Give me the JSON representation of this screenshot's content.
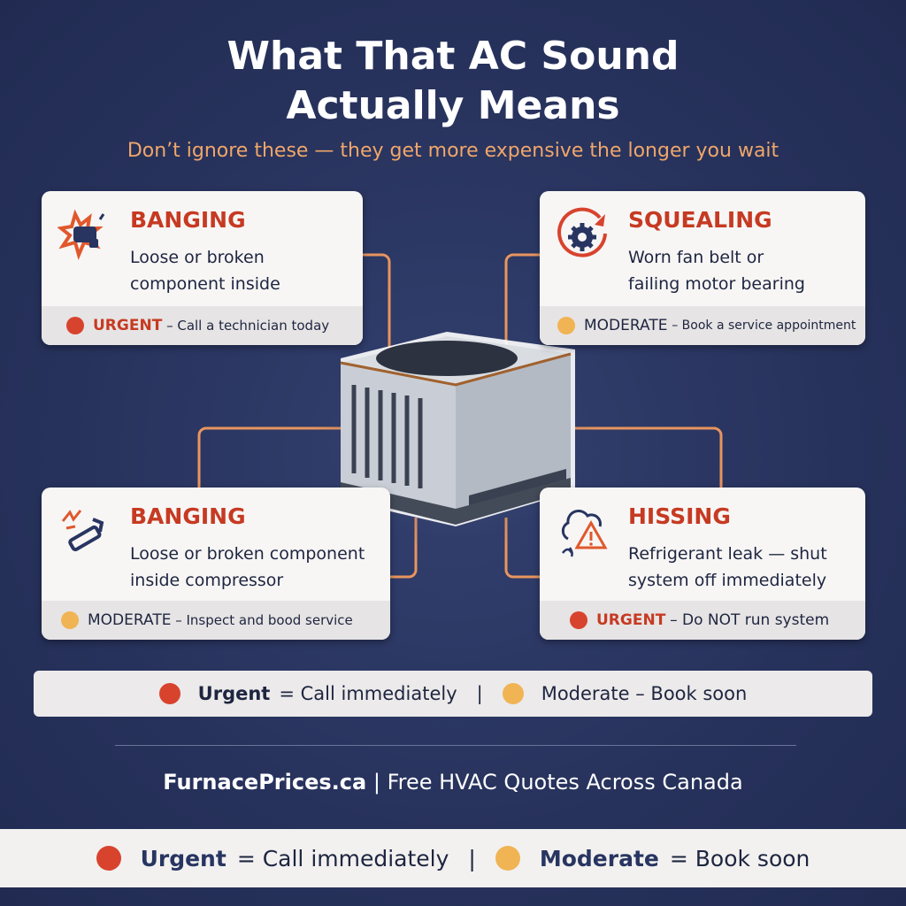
{
  "title_line1": "What That AC Sound",
  "title_line2": "Actually Means",
  "subtitle": "Don’t ignore these — they get more expensive the longer you wait",
  "cards": [
    {
      "icon": "impact-burst-icon",
      "heading": "BANGING",
      "desc1": "Loose or broken",
      "desc2": "component inside",
      "level": "URGENT",
      "action": "– Call a technician today",
      "level_color": "#d8432e"
    },
    {
      "icon": "gear-arrow-icon",
      "heading": "SQUEALING",
      "desc1": "Worn fan belt or",
      "desc2": "failing motor bearing",
      "level": "MODERATE",
      "action": "– Book a service appointment",
      "level_color": "#f0b454"
    },
    {
      "icon": "broken-wrench-icon",
      "heading": "BANGING",
      "desc1": "Loose or broken component",
      "desc2": "inside compressor",
      "level": "MODERATE",
      "action": "– Inspect and bood service",
      "level_color": "#f0b454"
    },
    {
      "icon": "cloud-warning-icon",
      "heading": "HISSING",
      "desc1": "Refrigerant leak — shut",
      "desc2": "system off immediately",
      "level": "URGENT",
      "action": "– Do NOT run system",
      "level_color": "#d8432e"
    }
  ],
  "legend": {
    "urgent": "Urgent",
    "urgent_eq": "= Call immediately",
    "sep": "|",
    "moderate": "Moderate – Book soon"
  },
  "brand": {
    "name": "FurnacePrices.ca",
    "sep": "|",
    "tagline": "Free HVAC Quotes Across Canada"
  },
  "bottom_legend": {
    "urgent": "Urgent",
    "urgent_eq": "= Call immediately",
    "sep": "|",
    "moderate": "Moderate",
    "moderate_eq": "= Book soon"
  },
  "colors": {
    "background": "#27325c",
    "accent": "#f0a66a",
    "urgent": "#d8432e",
    "moderate": "#f0b454",
    "heading": "#c63a22"
  }
}
